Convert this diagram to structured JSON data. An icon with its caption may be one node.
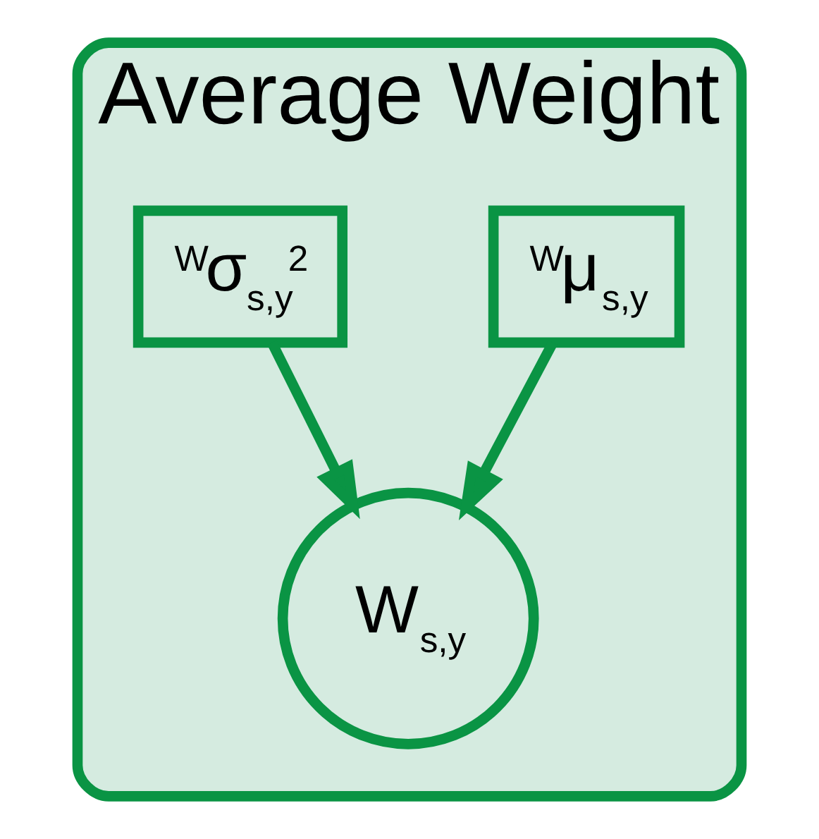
{
  "diagram": {
    "nodes": [
      {
        "text": [
          "Average Weight"
        ]
      },
      {
        "text": [
          "$^{W}$μ$_{s,y}$"
        ],
        "in": 0
      },
      {
        "text": [
          "$^{W}$σ$_{s,y}$$^{2}$"
        ],
        "in": 0
      },
      {
        "text": [
          "W$_{s,y}$"
        ],
        "in": 0
      }
    ],
    "edges": [
      {
        "from": 1,
        "to": 3,
        "arrow": "to"
      },
      {
        "from": 2,
        "to": 3,
        "arrow": "to"
      }
    ]
  }
}
